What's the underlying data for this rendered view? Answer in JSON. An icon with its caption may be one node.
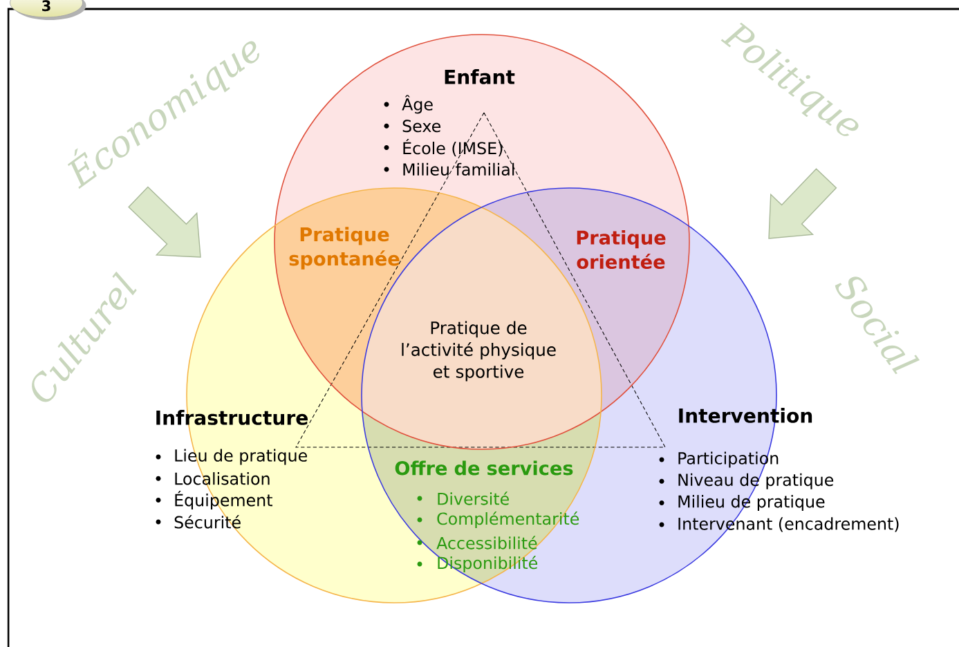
{
  "diagram": {
    "nodes": [
      {
        "text": [
          "Enfant",
          "Âge",
          "Sexe",
          "École (IMSE)",
          "Milieu familial"
        ]
      },
      {
        "text": [
          "Infrastructure",
          "Lieu de pratique",
          "Localisation",
          "Équipement",
          "Sécurité"
        ]
      },
      {
        "text": [
          "Intervention",
          "Participation",
          "Niveau de pratique",
          "Milieu de pratique",
          "Intervenant (encadrement)"
        ]
      }
    ],
    "labels": [
      "3",
      "Économique",
      "Politique",
      "Pratique spontanée",
      "Pratique orientée",
      "Culturel",
      "Social",
      "Pratique de l’activité physique et sportive",
      "Offre de services",
      "Diversité",
      "Complémentarité",
      "Accessibilité",
      "Disponibilité"
    ]
  }
}
